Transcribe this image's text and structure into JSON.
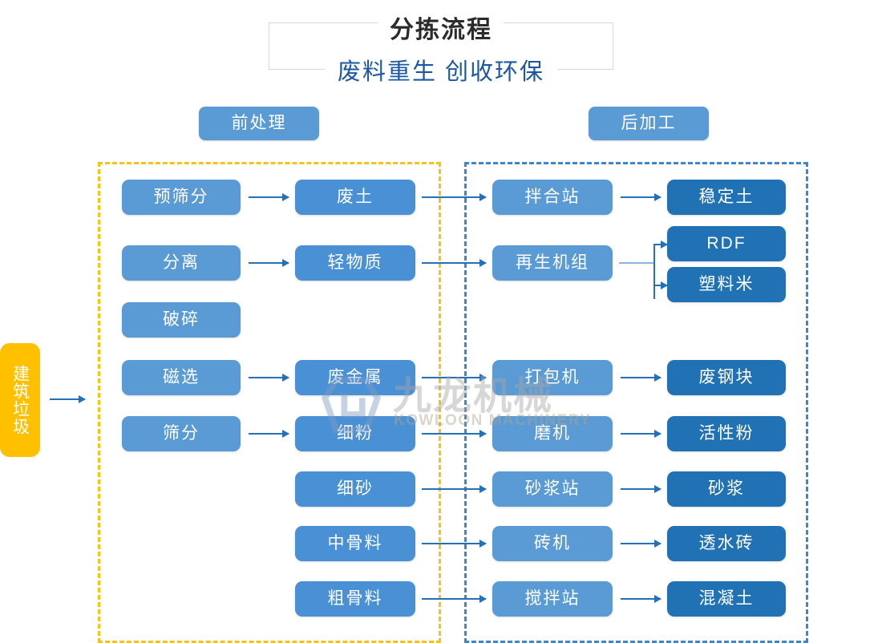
{
  "header": {
    "title": "分拣流程",
    "subtitle": "废料重生 创收环保"
  },
  "stages": [
    {
      "id": "pre",
      "label": "前处理"
    },
    {
      "id": "post",
      "label": "后加工"
    }
  ],
  "input": {
    "label": "建筑垃圾"
  },
  "watermark": {
    "cn": "九龙机械",
    "en": "KOWLOON MACHINERY",
    "logo_icon": "kowloon-logo-icon"
  },
  "colors": {
    "pre_region_border": "#fcc211",
    "post_region_border": "#3d86d0",
    "operation_box": "#5b9bd5",
    "material_box": "#4a90d4",
    "product_box": "#2171b5",
    "input_box": "#ffc000",
    "arrow": "#2670b8",
    "title": "#2b2b2b",
    "subtitle": "#1c57a5"
  },
  "nodes": {
    "preprocess": [
      {
        "id": "pre-screen",
        "label": "预筛分"
      },
      {
        "id": "separate",
        "label": "分离"
      },
      {
        "id": "crush",
        "label": "破碎"
      },
      {
        "id": "magnetic",
        "label": "磁选"
      },
      {
        "id": "screen",
        "label": "筛分"
      }
    ],
    "materials": [
      {
        "id": "waste-soil",
        "label": "废土"
      },
      {
        "id": "light-material",
        "label": "轻物质"
      },
      {
        "id": "scrap-metal",
        "label": "废金属"
      },
      {
        "id": "fine-powder",
        "label": "细粉"
      },
      {
        "id": "fine-sand",
        "label": "细砂"
      },
      {
        "id": "medium-agg",
        "label": "中骨料"
      },
      {
        "id": "coarse-agg",
        "label": "粗骨料"
      }
    ],
    "postprocess": [
      {
        "id": "mixing-station",
        "label": "拌合站"
      },
      {
        "id": "recycling-unit",
        "label": "再生机组"
      },
      {
        "id": "baler",
        "label": "打包机"
      },
      {
        "id": "grinding-mill",
        "label": "磨机"
      },
      {
        "id": "mortar-station",
        "label": "砂浆站"
      },
      {
        "id": "brick-machine",
        "label": "砖机"
      },
      {
        "id": "concrete-station",
        "label": "搅拌站"
      }
    ],
    "products": [
      {
        "id": "stabilized-soil",
        "label": "稳定土"
      },
      {
        "id": "rdf",
        "label": "RDF"
      },
      {
        "id": "plastic-pellet",
        "label": "塑料米"
      },
      {
        "id": "scrap-steel",
        "label": "废钢块"
      },
      {
        "id": "active-powder",
        "label": "活性粉"
      },
      {
        "id": "mortar",
        "label": "砂浆"
      },
      {
        "id": "permeable-brick",
        "label": "透水砖"
      },
      {
        "id": "concrete",
        "label": "混凝土"
      }
    ]
  }
}
